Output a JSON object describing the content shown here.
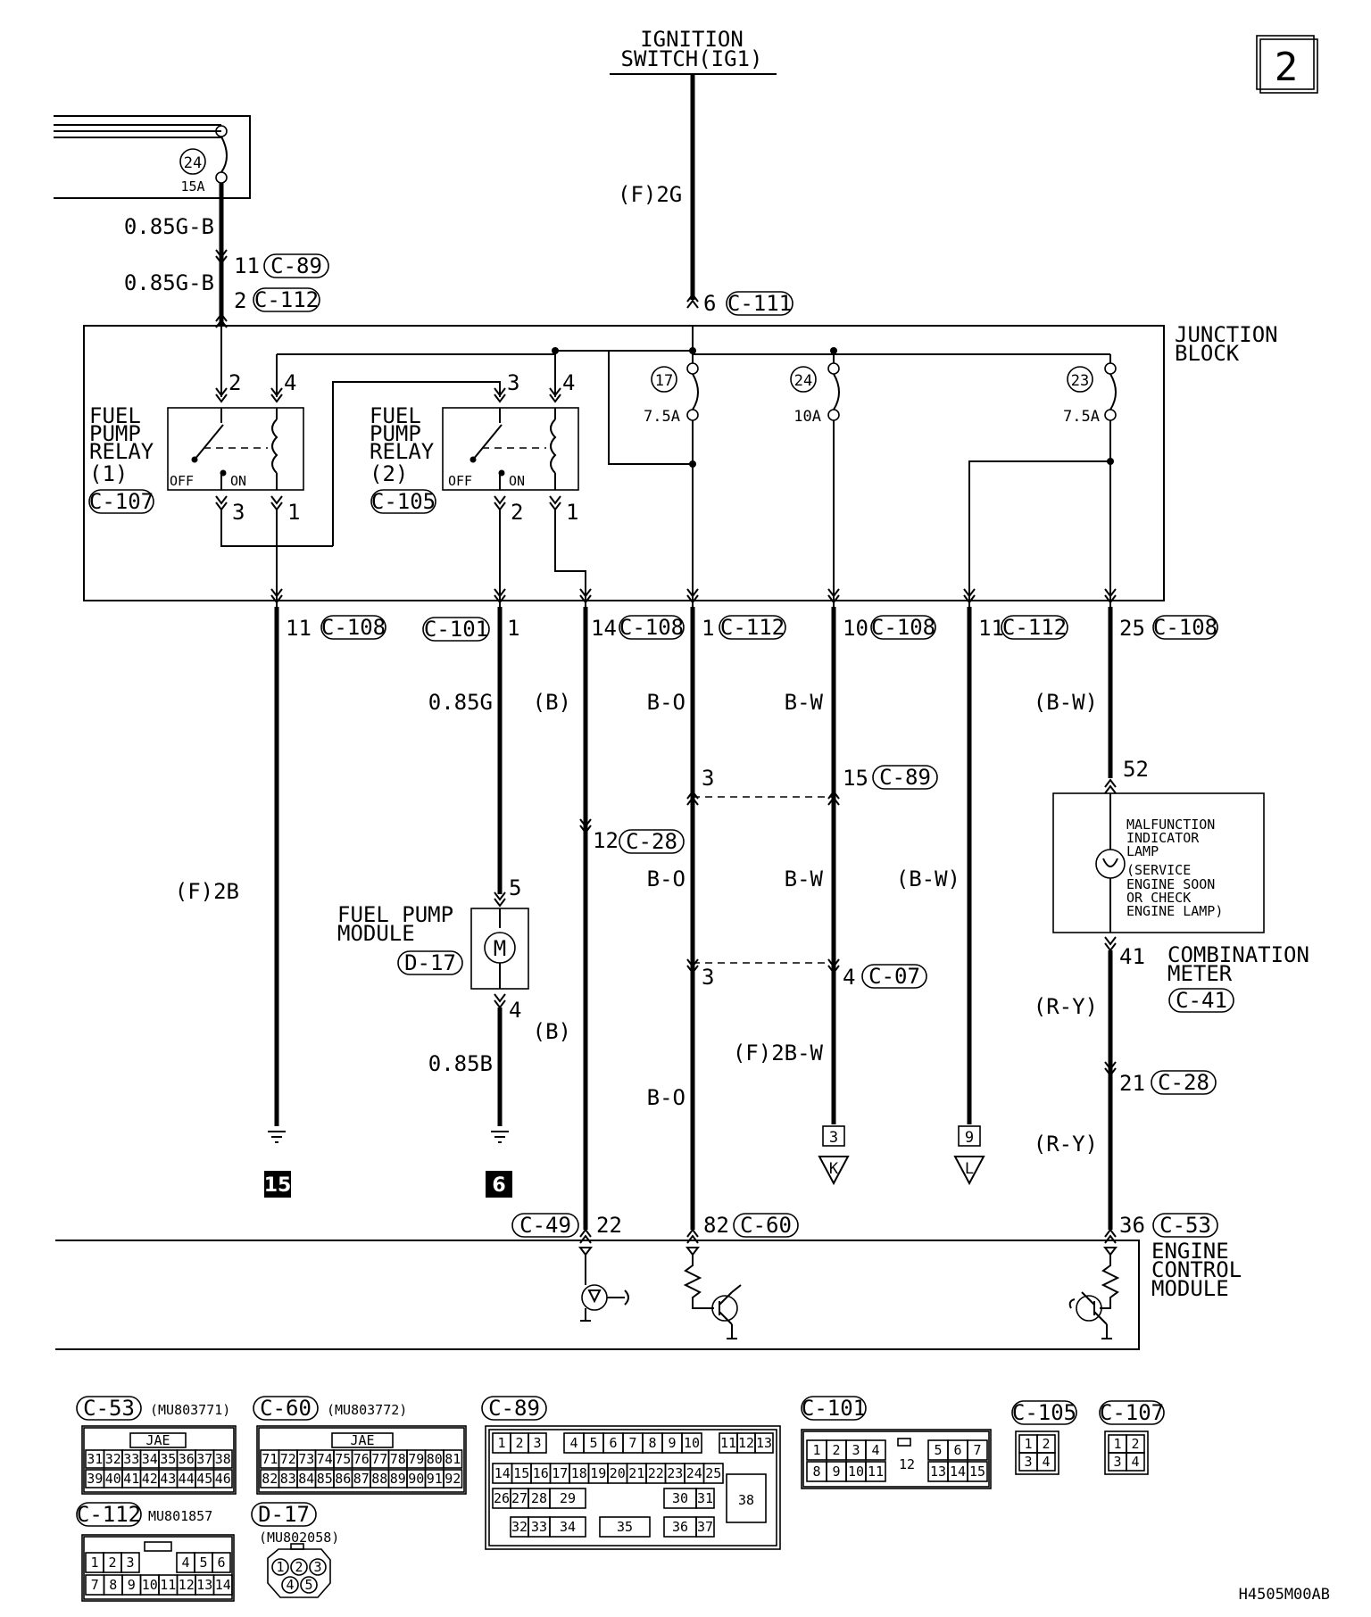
{
  "page_badge": "2",
  "footer_code": "H4505M00AB",
  "ignition": {
    "line1": "IGNITION",
    "line2": "SWITCH(IG1)",
    "wire": "(F)2G"
  },
  "top_fuse": {
    "num": "24",
    "amp": "15A"
  },
  "top_wires": {
    "w1": "0.85G-B",
    "w2": "0.85G-B",
    "p1": "11",
    "c1": "C-89",
    "p2": "2",
    "c2": "C-112",
    "p6": "6",
    "c6": "C-111"
  },
  "junction_block": {
    "line1": "JUNCTION",
    "line2": "BLOCK"
  },
  "relay1": {
    "l1": "FUEL",
    "l2": "PUMP",
    "l3": "RELAY",
    "l4": "(1)",
    "conn": "C-107",
    "off": "OFF",
    "on": "ON",
    "p2": "2",
    "p4": "4",
    "p3": "3",
    "p1": "1"
  },
  "relay2": {
    "l1": "FUEL",
    "l2": "PUMP",
    "l3": "RELAY",
    "l4": "(2)",
    "conn": "C-105",
    "off": "OFF",
    "on": "ON",
    "p3": "3",
    "p4": "4",
    "p2": "2",
    "p1": "1"
  },
  "fuses": [
    {
      "num": "17",
      "amp": "7.5A"
    },
    {
      "num": "24",
      "amp": "10A"
    },
    {
      "num": "23",
      "amp": "7.5A"
    }
  ],
  "jb_outputs": [
    {
      "pin": "11",
      "conn": "C-108"
    },
    {
      "pin": "1",
      "conn": "C-101"
    },
    {
      "pin": "14",
      "conn": "C-108"
    },
    {
      "pin": "1",
      "conn": "C-112"
    },
    {
      "pin": "10",
      "conn": "C-108"
    },
    {
      "pin": "11",
      "conn": "C-112"
    },
    {
      "pin": "25",
      "conn": "C-108"
    }
  ],
  "wire_labels": {
    "f2b": "(F)2B",
    "g085": "0.85G",
    "b1": "(B)",
    "b2": "(B)",
    "bo1": "B-O",
    "bo2": "B-O",
    "bo3": "B-O",
    "bw1": "B-W",
    "bw2": "B-W",
    "bw3": "(B-W)",
    "bw4": "(B-W)",
    "f2bw": "(F)2B-W",
    "ry1": "(R-Y)",
    "ry2": "(R-Y)",
    "b085": "0.85B"
  },
  "mid_connectors": {
    "p3a": "3",
    "p15": "15",
    "c89": "C-89",
    "p12": "12",
    "c28a": "C-28",
    "p3b": "3",
    "p4": "4",
    "c07": "C-07",
    "p52": "52",
    "p41": "41",
    "p21": "21",
    "c28b": "C-28",
    "p36": "36",
    "c53": "C-53",
    "c49": "C-49",
    "p22": "22",
    "p82": "82",
    "c60": "C-60"
  },
  "fuel_pump_module": {
    "l1": "FUEL PUMP",
    "l2": "MODULE",
    "conn": "D-17",
    "p5": "5",
    "p4": "4",
    "motor": "M"
  },
  "mil": {
    "l1": "MALFUNCTION",
    "l2": "INDICATOR",
    "l3": "LAMP",
    "l4": "(SERVICE",
    "l5": "ENGINE SOON",
    "l6": "OR CHECK",
    "l7": "ENGINE LAMP)"
  },
  "combination_meter": {
    "l1": "COMBINATION",
    "l2": "METER",
    "conn": "C-41"
  },
  "grounds": {
    "g15": "15",
    "g6": "6"
  },
  "offpage": [
    {
      "num": "3",
      "letter": "K"
    },
    {
      "num": "9",
      "letter": "L"
    }
  ],
  "ecm": {
    "l1": "ENGINE",
    "l2": "CONTROL",
    "l3": "MODULE"
  },
  "connector_views": {
    "c53": {
      "name": "C-53",
      "part": "(MU803771)",
      "maker": "JAE",
      "row1": [
        "31",
        "32",
        "33",
        "34",
        "35",
        "36",
        "37",
        "38"
      ],
      "row2": [
        "39",
        "40",
        "41",
        "42",
        "43",
        "44",
        "45",
        "46"
      ]
    },
    "c60": {
      "name": "C-60",
      "part": "(MU803772)",
      "maker": "JAE",
      "row1": [
        "71",
        "72",
        "73",
        "74",
        "75",
        "76",
        "77",
        "78",
        "79",
        "80",
        "81"
      ],
      "row2": [
        "82",
        "83",
        "84",
        "85",
        "86",
        "87",
        "88",
        "89",
        "90",
        "91",
        "92"
      ]
    },
    "c112": {
      "name": "C-112",
      "part": "MU801857",
      "row1a": [
        "1",
        "2",
        "3"
      ],
      "row1b": [
        "4",
        "5",
        "6"
      ],
      "row2": [
        "7",
        "8",
        "9",
        "10",
        "11",
        "12",
        "13",
        "14"
      ]
    },
    "d17": {
      "name": "D-17",
      "part": "(MU802058)",
      "top": [
        "1",
        "2",
        "3"
      ],
      "bottom": [
        "4",
        "5"
      ]
    },
    "c89": {
      "name": "C-89",
      "row1a": [
        "1",
        "2",
        "3"
      ],
      "row1b": [
        "4",
        "5",
        "6",
        "7",
        "8",
        "9",
        "10"
      ],
      "row1c": [
        "11",
        "12",
        "13"
      ],
      "row2": [
        "14",
        "15",
        "16",
        "17",
        "18",
        "19",
        "20",
        "21",
        "22",
        "23",
        "24",
        "25"
      ],
      "row3": [
        "26",
        "27",
        "28",
        "29",
        "30",
        "31"
      ],
      "row4": [
        "32",
        "33",
        "34",
        "35",
        "36",
        "37"
      ],
      "big": "38"
    },
    "c101": {
      "name": "C-101",
      "row1a": [
        "1",
        "2",
        "3",
        "4"
      ],
      "row1b": [
        "5",
        "6",
        "7"
      ],
      "row2a": [
        "8",
        "9",
        "10",
        "11"
      ],
      "row2b": [
        "13",
        "14",
        "15"
      ],
      "mid": "12"
    },
    "c105": {
      "name": "C-105",
      "pins": [
        "1",
        "2",
        "3",
        "4"
      ]
    },
    "c107": {
      "name": "C-107",
      "pins": [
        "1",
        "2",
        "3",
        "4"
      ]
    }
  }
}
